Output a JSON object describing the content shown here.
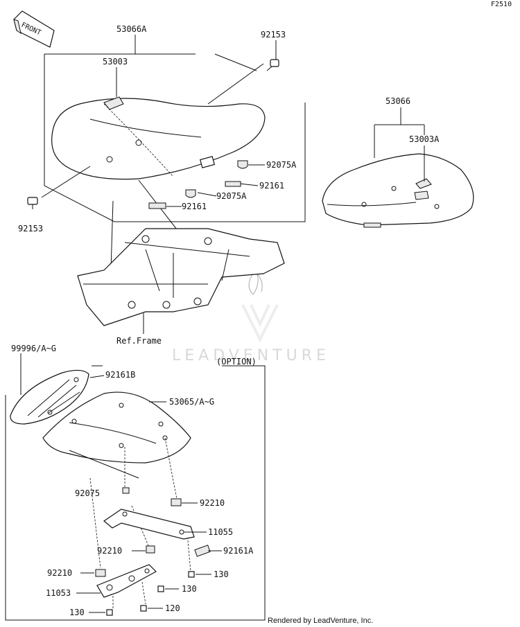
{
  "figure_code": "F2510",
  "front_arrow_label": "FRONT",
  "watermark": "LEADVENTURE",
  "credit": "Rendered by LeadVenture, Inc.",
  "option_label": "(OPTION)",
  "callouts": {
    "seat_assy": "53066A",
    "seat_pan": "53003",
    "bolt_top": "92153",
    "bolt_left": "92153",
    "damper_a_right": "92075A",
    "damper_a_mid": "92075A",
    "clip_right": "92161",
    "clip_mid": "92161",
    "ref_frame": "Ref.Frame",
    "pillion_assy": "53066",
    "pillion_pan": "53003A",
    "seat_cover_opt": "99996/A~G",
    "damper_b": "92161B",
    "cover_53065": "53065/A~G",
    "damper_92075": "92075",
    "nut_right": "92210",
    "bracket_11055": "11055",
    "pad_92161a": "92161A",
    "nut_mid": "92210",
    "nut_left": "92210",
    "bolt_130_right": "130",
    "bracket_11053": "11053",
    "bolt_130_mid": "130",
    "bolt_130_left": "130",
    "bolt_120": "120"
  }
}
